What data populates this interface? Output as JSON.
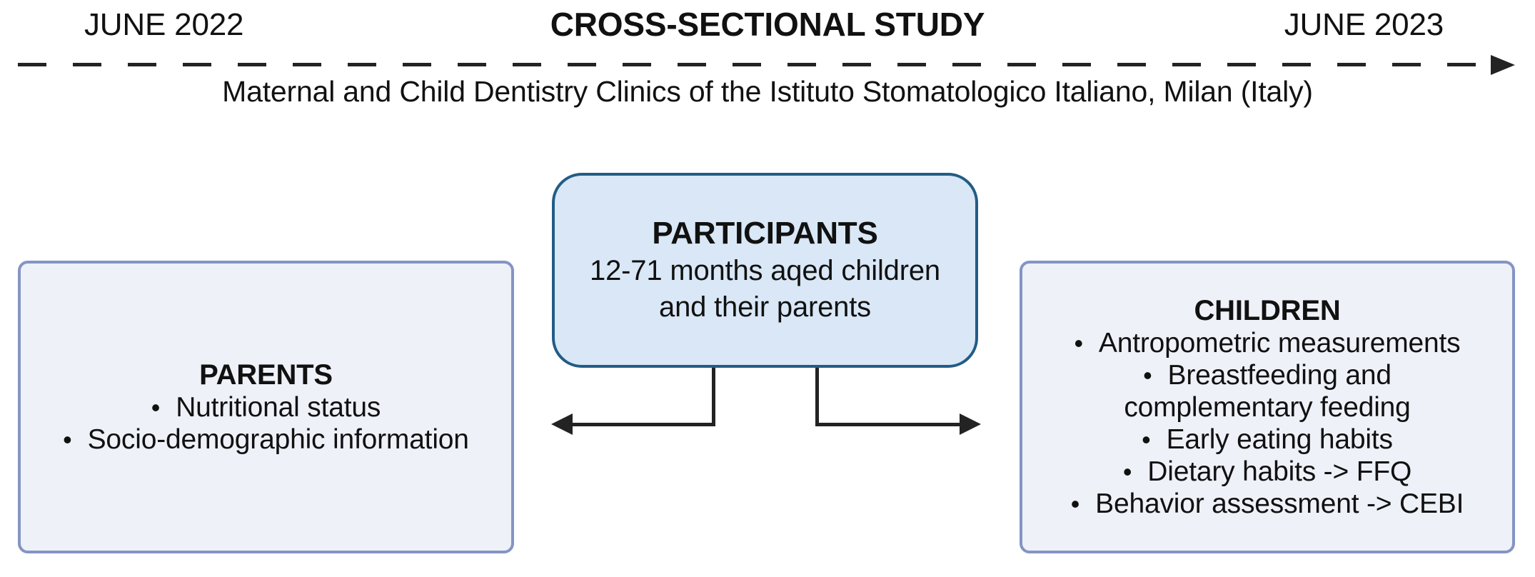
{
  "timeline": {
    "start_label": "JUNE 2022",
    "title": "CROSS-SECTIONAL STUDY",
    "end_label": "JUNE 2023",
    "location": "Maternal and Child Dentistry Clinics of the Istituto Stomatologico Italiano, Milan (Italy)"
  },
  "participants_box": {
    "title": "PARTICIPANTS",
    "lines": {
      "0": "12-71 months aqed children",
      "1": "and their parents"
    }
  },
  "parents_box": {
    "title": "PARENTS",
    "items": [
      {
        "bullet": true,
        "text": "Nutritional status"
      },
      {
        "bullet": true,
        "text": "Socio-demographic information"
      }
    ]
  },
  "children_box": {
    "title": "CHILDREN",
    "items": [
      {
        "bullet": true,
        "text": "Antropometric measurements"
      },
      {
        "bullet": true,
        "text": "Breastfeeding and"
      },
      {
        "bullet": false,
        "text": "complementary feeding"
      },
      {
        "bullet": true,
        "text": "Early eating habits"
      },
      {
        "bullet": true,
        "text": "Dietary habits -> FFQ"
      },
      {
        "bullet": true,
        "text": "Behavior assessment -> CEBI"
      }
    ]
  },
  "icons": {
    "timeline_arrowhead": "right-arrowhead",
    "connector_left_arrowhead": "left-arrowhead",
    "connector_right_arrowhead": "right-arrowhead",
    "bullet": "bullet-dot"
  },
  "colors": {
    "text_color": "#111111",
    "line_color": "#232323",
    "participants_fill": "#d9e7f6",
    "participants_border": "#235c85",
    "side_fill": "#eef1f8",
    "side_border": "#8494c4"
  }
}
